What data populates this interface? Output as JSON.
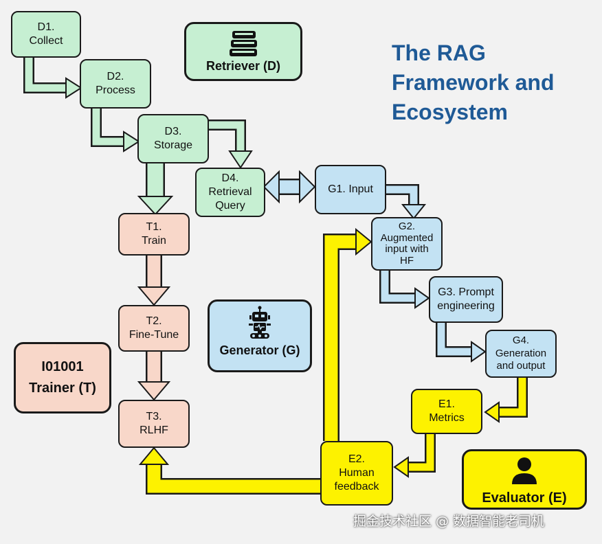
{
  "title": {
    "line1": "The RAG",
    "line2": "Framework and",
    "line3": "Ecosystem"
  },
  "legend": {
    "retriever": "Retriever (D)",
    "generator": "Generator (G)",
    "trainer_icon_text": "I01001",
    "trainer": "Trainer (T)",
    "evaluator": "Evaluator (E)"
  },
  "nodes": {
    "d1": {
      "line1": "D1.",
      "line2": "Collect"
    },
    "d2": {
      "line1": "D2.",
      "line2": "Process"
    },
    "d3": {
      "line1": "D3.",
      "line2": "Storage"
    },
    "d4": {
      "line1": "D4.",
      "line2": "Retrieval",
      "line3": "Query"
    },
    "g1": {
      "line1": "G1. Input"
    },
    "g2": {
      "line1": "G2.",
      "line2": "Augmented",
      "line3": "input with",
      "line4": "HF"
    },
    "g3": {
      "line1": "G3. Prompt",
      "line2": "engineering"
    },
    "g4": {
      "line1": "G4.",
      "line2": "Generation",
      "line3": "and output"
    },
    "t1": {
      "line1": "T1.",
      "line2": "Train"
    },
    "t2": {
      "line1": "T2.",
      "line2": "Fine-Tune"
    },
    "t3": {
      "line1": "T3.",
      "line2": "RLHF"
    },
    "e1": {
      "line1": "E1.",
      "line2": "Metrics"
    },
    "e2": {
      "line1": "E2.",
      "line2": "Human",
      "line3": "feedback"
    }
  },
  "colors": {
    "retriever": "#c6efd2",
    "generator": "#c3e2f3",
    "trainer": "#f8d7c9",
    "evaluator": "#fdf200",
    "title": "#1f5a96",
    "background": "#f2f2f2"
  },
  "watermark": "掘金技术社区 @ 数据智能老司机"
}
